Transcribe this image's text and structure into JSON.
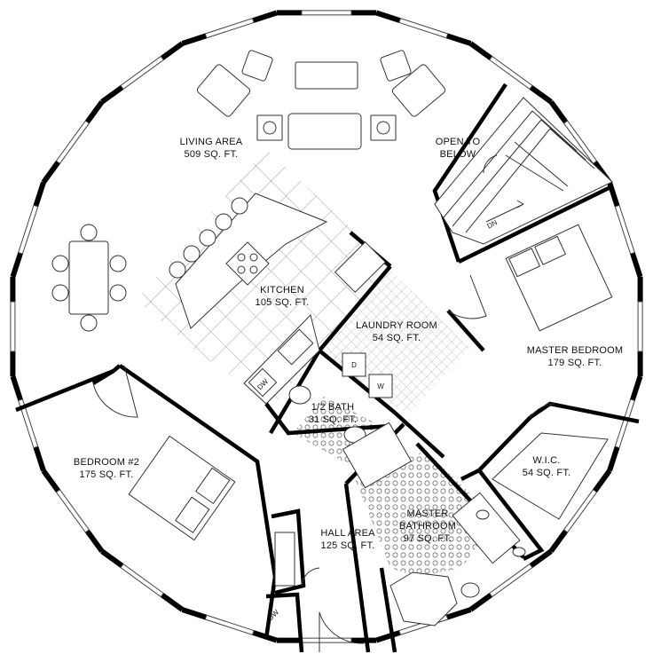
{
  "rooms": {
    "living": {
      "name": "LIVING AREA",
      "area": "509 SQ. FT."
    },
    "open_below": {
      "line1": "OPEN TO",
      "line2": "BELOW"
    },
    "kitchen": {
      "name": "KITCHEN",
      "area": "105 SQ. FT."
    },
    "laundry": {
      "name": "LAUNDRY ROOM",
      "area": "54 SQ. FT."
    },
    "master_bed": {
      "name": "MASTER BEDROOM",
      "area": "179 SQ. FT."
    },
    "half_bath": {
      "name": "1/2 BATH",
      "area": "31 SQ. FT."
    },
    "bedroom2": {
      "name": "BEDROOM #2",
      "area": "175 SQ. FT."
    },
    "wic": {
      "name": "W.I.C.",
      "area": "54 SQ. FT."
    },
    "master_bath": {
      "name1": "MASTER",
      "name2": "BATHROOM",
      "area": "97 SQ. FT."
    },
    "hall": {
      "name": "HALL AREA",
      "area": "125 SQ. FT."
    }
  },
  "fixtures": {
    "stairs_label": "DN",
    "dishwasher": "DW",
    "dryer": "D",
    "washer": "W",
    "hall_dw": "DW"
  }
}
